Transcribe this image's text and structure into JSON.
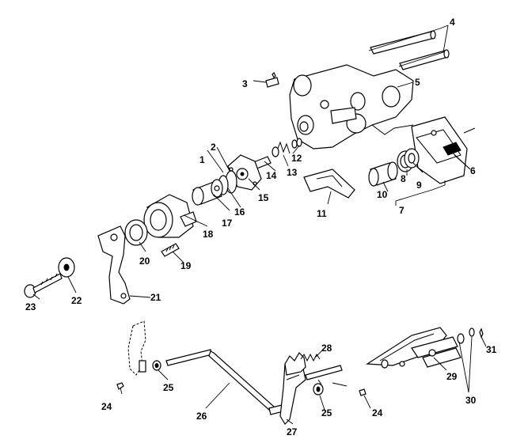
{
  "diagram": {
    "callouts": {
      "c1": "1",
      "c2": "2",
      "c3": "3",
      "c4": "4",
      "c5": "5",
      "c6": "6",
      "c7": "7",
      "c8": "8",
      "c9": "9",
      "c10": "10",
      "c11": "11",
      "c12": "12",
      "c13": "13",
      "c14": "14",
      "c15": "15",
      "c16": "16",
      "c17": "17",
      "c18": "18",
      "c19": "19",
      "c20": "20",
      "c21": "21",
      "c22": "22",
      "c23": "23",
      "c24a": "24",
      "c24b": "24",
      "c25a": "25",
      "c25b": "25",
      "c26": "26",
      "c27": "27",
      "c28": "28",
      "c29": "29",
      "c30": "30",
      "c31": "31"
    }
  }
}
